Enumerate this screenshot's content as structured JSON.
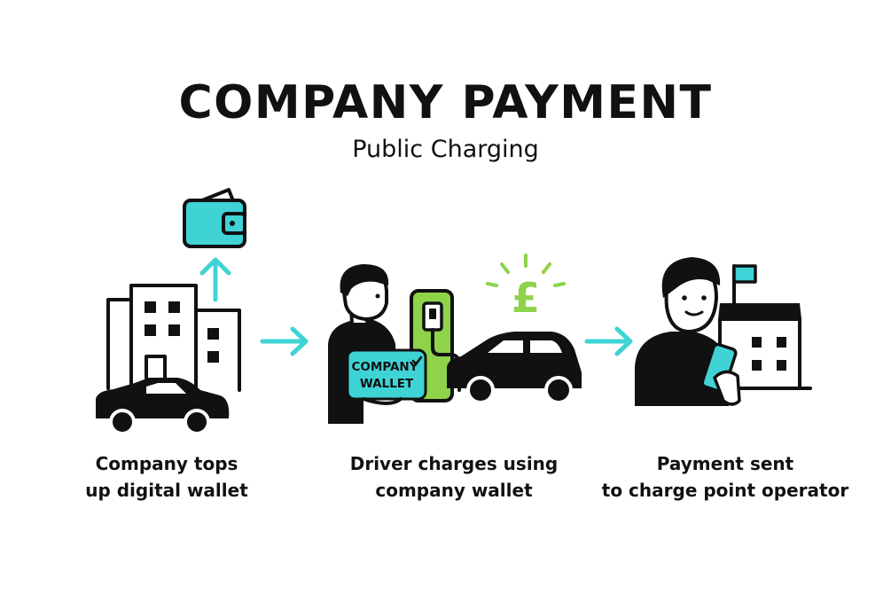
{
  "header": {
    "title": "COMPANY PAYMENT",
    "subtitle": "Public Charging"
  },
  "steps": [
    {
      "line1": "Company tops",
      "line2": "up digital wallet",
      "icon": "office-building-car-wallet"
    },
    {
      "line1": "Driver charges using",
      "line2": "company wallet",
      "icon": "driver-charger-car-pound"
    },
    {
      "line1": "Payment sent",
      "line2": "to charge point operator",
      "icon": "person-phone-building"
    }
  ],
  "wallet_card": {
    "line1": "COMPANY",
    "line2": "WALLET"
  },
  "pound_symbol": "£",
  "colors": {
    "teal": "#3FD3D6",
    "green": "#8ED34A",
    "ink": "#111111",
    "background": "#FFFFFF"
  }
}
